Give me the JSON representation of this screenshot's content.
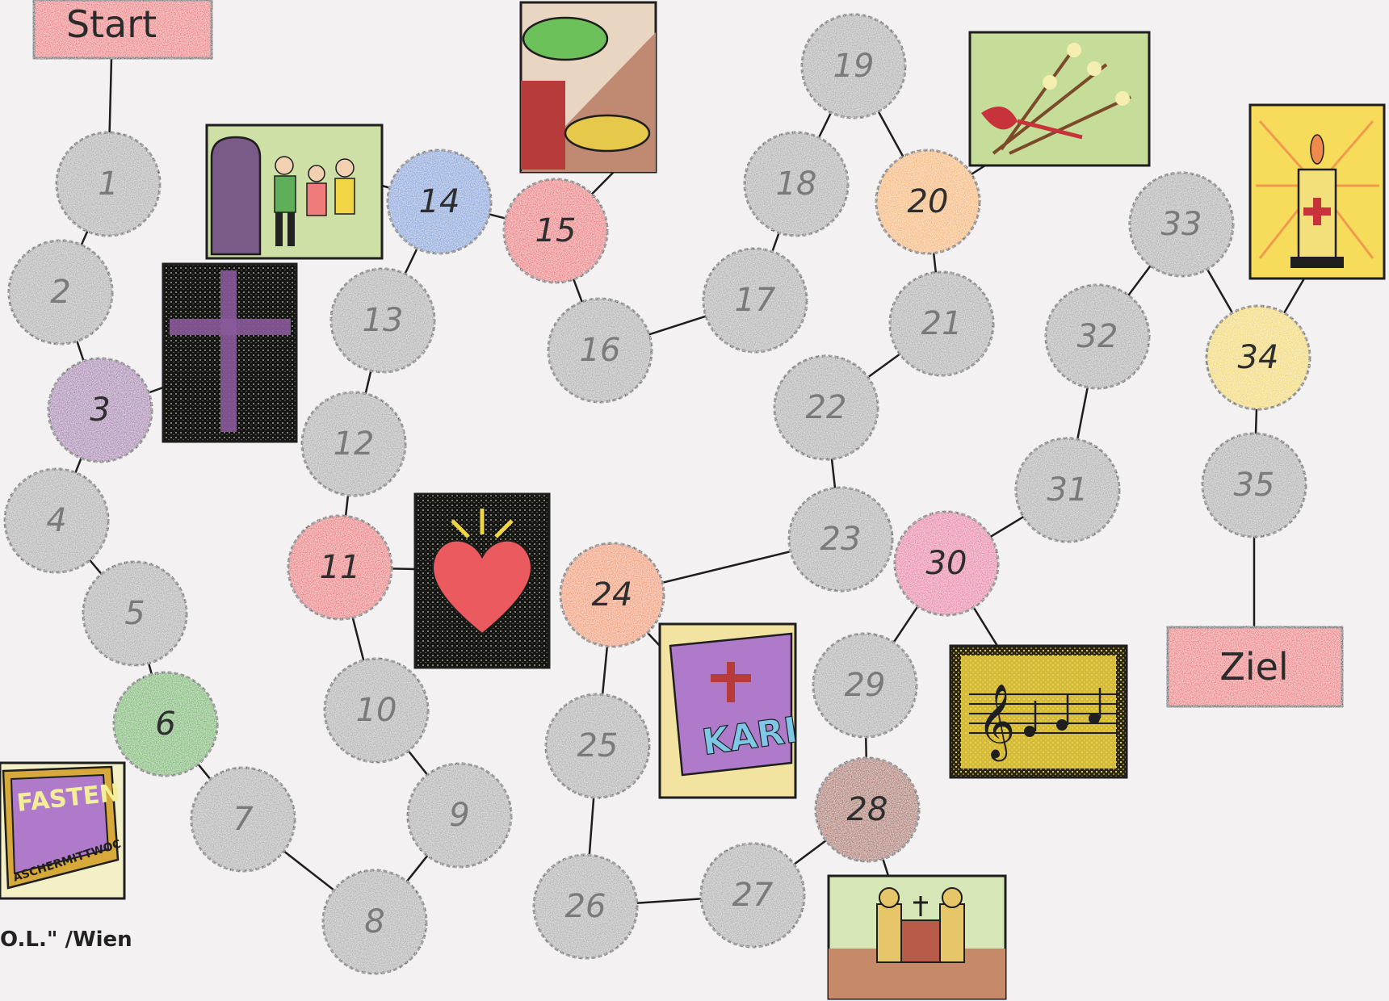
{
  "start_label": "Start",
  "goal_label": "Ziel",
  "credit": "O.L.\" /Wien",
  "colors": {
    "grey": "#a6a6a6",
    "purple": "#9b6aa8",
    "green": "#58b045",
    "red": "#ea5a5e",
    "blue": "#6e97d8",
    "orange": "#f08a4c",
    "amber": "#f5ad4e",
    "pink": "#e7669c",
    "brown": "#a1533d",
    "yellow": "#f0d43a",
    "box_red": "#ec6166"
  },
  "fields": [
    {
      "n": "1",
      "color": "grey"
    },
    {
      "n": "2",
      "color": "grey"
    },
    {
      "n": "3",
      "color": "purple"
    },
    {
      "n": "4",
      "color": "grey"
    },
    {
      "n": "5",
      "color": "grey"
    },
    {
      "n": "6",
      "color": "green"
    },
    {
      "n": "7",
      "color": "grey"
    },
    {
      "n": "8",
      "color": "grey"
    },
    {
      "n": "9",
      "color": "grey"
    },
    {
      "n": "10",
      "color": "grey"
    },
    {
      "n": "11",
      "color": "red"
    },
    {
      "n": "12",
      "color": "grey"
    },
    {
      "n": "13",
      "color": "grey"
    },
    {
      "n": "14",
      "color": "blue"
    },
    {
      "n": "15",
      "color": "red"
    },
    {
      "n": "16",
      "color": "grey"
    },
    {
      "n": "17",
      "color": "grey"
    },
    {
      "n": "18",
      "color": "grey"
    },
    {
      "n": "19",
      "color": "grey"
    },
    {
      "n": "20",
      "color": "amber"
    },
    {
      "n": "21",
      "color": "grey"
    },
    {
      "n": "22",
      "color": "grey"
    },
    {
      "n": "23",
      "color": "grey"
    },
    {
      "n": "24",
      "color": "orange"
    },
    {
      "n": "25",
      "color": "grey"
    },
    {
      "n": "26",
      "color": "grey"
    },
    {
      "n": "27",
      "color": "grey"
    },
    {
      "n": "28",
      "color": "brown"
    },
    {
      "n": "29",
      "color": "grey"
    },
    {
      "n": "30",
      "color": "pink"
    },
    {
      "n": "31",
      "color": "grey"
    },
    {
      "n": "32",
      "color": "grey"
    },
    {
      "n": "33",
      "color": "grey"
    },
    {
      "n": "34",
      "color": "yellow"
    },
    {
      "n": "35",
      "color": "grey"
    }
  ],
  "pictures": [
    {
      "name": "ash-wednesday-calendar-picture",
      "field": "6",
      "texts": [
        "FASTEN",
        "ASCHERMITTWOC"
      ]
    },
    {
      "name": "cross-picture",
      "field": "3",
      "texts": []
    },
    {
      "name": "church-door-children-picture",
      "field": "14",
      "texts": []
    },
    {
      "name": "bowls-picture",
      "field": "15",
      "texts": []
    },
    {
      "name": "heart-picture",
      "field": "11",
      "texts": []
    },
    {
      "name": "palm-catkins-picture",
      "field": "20",
      "texts": []
    },
    {
      "name": "good-friday-calendar-picture",
      "field": "24",
      "texts": [
        "KARI"
      ]
    },
    {
      "name": "church-picture",
      "field": "28",
      "texts": []
    },
    {
      "name": "music-notes-picture",
      "field": "30",
      "texts": []
    },
    {
      "name": "easter-candle-picture",
      "field": "34",
      "texts": []
    }
  ]
}
